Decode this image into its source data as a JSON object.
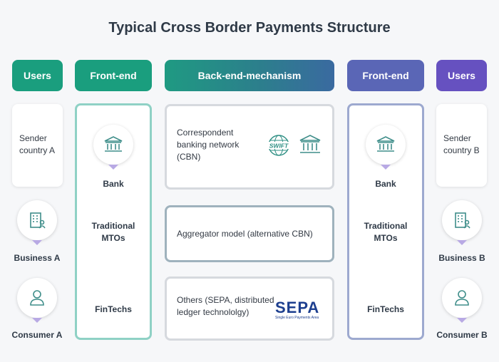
{
  "title": "Typical Cross Border Payments Structure",
  "headers": {
    "users_left": "Users",
    "frontend_left": "Front-end",
    "backend": "Back-end-mechanism",
    "frontend_right": "Front-end",
    "users_right": "Users"
  },
  "left_users": {
    "sender": [
      "Sender",
      "country A"
    ],
    "business": "Business A",
    "consumer": "Consumer A"
  },
  "right_users": {
    "sender": [
      "Sender",
      "country B"
    ],
    "business": "Business B",
    "consumer": "Consumer B"
  },
  "frontend": {
    "bank": "Bank",
    "mtos": [
      "Traditional",
      "MTOs"
    ],
    "fintechs": "FinTechs"
  },
  "backend_boxes": {
    "cbn": [
      "Correspondent",
      "banking network",
      "(CBN)"
    ],
    "swift_logo": "SWIFT",
    "aggregator": "Aggregator model (alternative CBN)",
    "others": [
      "Others (SEPA, distributed",
      "ledger technololgy)"
    ],
    "sepa_logo": "SEPA",
    "sepa_sub": "Single Euro Payments Area"
  },
  "colors": {
    "green": "#1a9e7e",
    "blue": "#5a66b6",
    "purple": "#6651c0",
    "icon": "#3f8e8a"
  }
}
